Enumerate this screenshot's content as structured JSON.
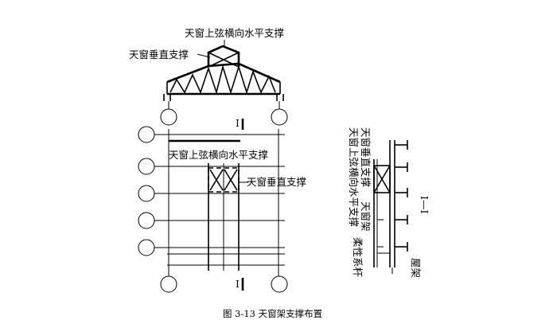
{
  "labels": {
    "elev_top": "天窗上弦横向水平支撑",
    "elev_vert": "天窗垂直支撑",
    "plan_top": "天窗上弦横向水平支撑",
    "plan_vert": "天窗垂直支撑",
    "sec_top": "天窗上弦横向水平支撑",
    "sec_vert": "天窗垂直支撑",
    "sec_frame": "天窗架",
    "sec_tie": "柔性系杆",
    "sec_roof": "屋架",
    "sec_mark": "I—I",
    "mark_top": "I",
    "mark_bottom": "I",
    "caption": "图 3-13  天窗架支撑布置"
  }
}
